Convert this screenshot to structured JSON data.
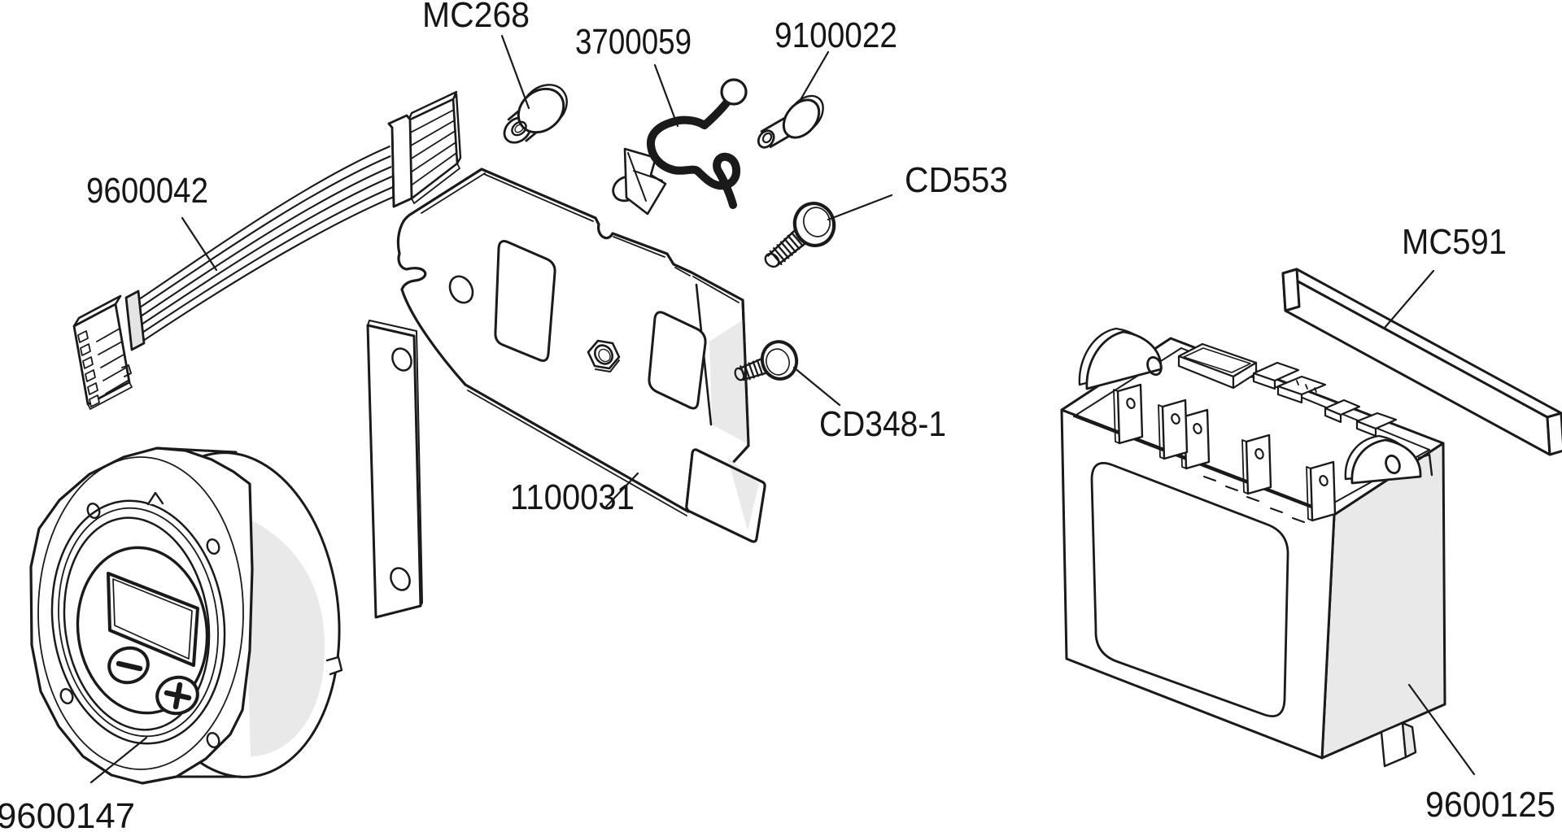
{
  "page": {
    "background": "#ffffff",
    "kind": "exploded-parts-diagram"
  },
  "diagram": {
    "line_color": "#1a1a1a",
    "shade_color": "#e9e9e9",
    "parts": [
      {
        "label": "9600042"
      },
      {
        "label": "MC268"
      },
      {
        "label": "3700059"
      },
      {
        "label": "9100022"
      },
      {
        "label": "CD553"
      },
      {
        "label": "CD348-1"
      },
      {
        "label": "1100031"
      },
      {
        "label": "9600147"
      },
      {
        "label": "MC591"
      },
      {
        "label": "9600125"
      }
    ],
    "icons": [
      {
        "name": "minus-icon"
      },
      {
        "name": "plus-icon"
      }
    ]
  }
}
